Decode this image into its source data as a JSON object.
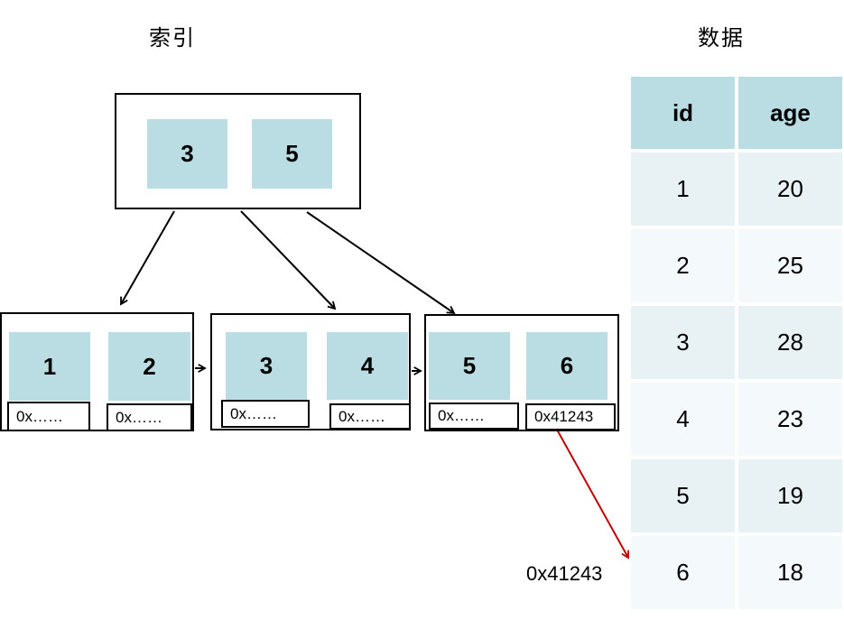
{
  "titles": {
    "index": "索引",
    "data": "数据"
  },
  "root_node": {
    "keys": [
      "3",
      "5"
    ]
  },
  "leaf_nodes": [
    {
      "keys": [
        "1",
        "2"
      ],
      "pointers": [
        "0x……",
        "0x……"
      ]
    },
    {
      "keys": [
        "3",
        "4"
      ],
      "pointers": [
        "0x……",
        "0x……"
      ]
    },
    {
      "keys": [
        "5",
        "6"
      ],
      "pointers": [
        "0x……",
        "0x41243"
      ]
    }
  ],
  "red_pointer_label": "0x41243",
  "table": {
    "headers": [
      "id",
      "age"
    ],
    "rows": [
      [
        "1",
        "20"
      ],
      [
        "2",
        "25"
      ],
      [
        "3",
        "28"
      ],
      [
        "4",
        "23"
      ],
      [
        "5",
        "19"
      ],
      [
        "6",
        "18"
      ]
    ]
  },
  "colors": {
    "cell_fill": "#b9dde2",
    "header_fill": "#b9dde2",
    "row_odd_fill": "#e8f1f4",
    "row_even_fill": "#f4f9fb",
    "arrow_red": "#c00000",
    "line_black": "#000000"
  }
}
